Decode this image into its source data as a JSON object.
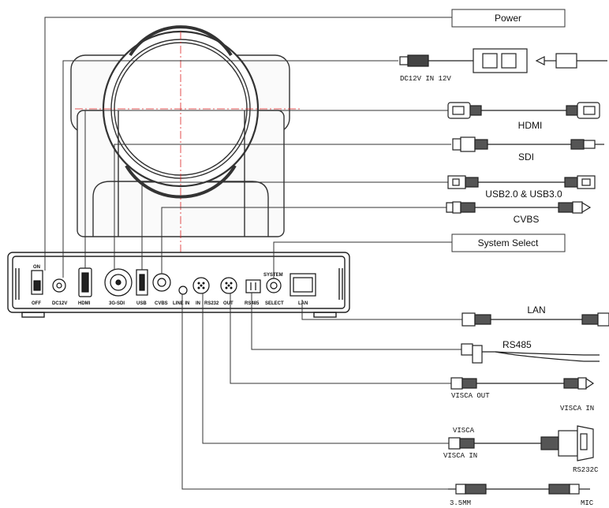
{
  "callouts": {
    "power": "Power",
    "system_select": "System Select"
  },
  "cables": {
    "dc12v": "DC12V IN 12V",
    "hdmi": "HDMI",
    "sdi": "SDI",
    "usb": "USB2.0 & USB3.0",
    "cvbs": "CVBS",
    "lan": "LAN",
    "rs485": "RS485",
    "visca_out": "VISCA OUT",
    "visca_in_right": "VISCA IN",
    "visca_top": "VISCA",
    "visca_in_left": "VISCA IN",
    "rs232c": "RS232C",
    "mm35": "3.5MM",
    "mic": "MIC"
  },
  "panel": {
    "on": "ON",
    "off": "OFF",
    "dc12v": "DC12V",
    "hdmi": "HDMI",
    "sdi": "3G-SDI",
    "usb": "USB",
    "cvbs": "CVBS",
    "line_in": "LINE IN",
    "in": "IN",
    "rs232": "RS232",
    "out": "OUT",
    "rs485": "RS485",
    "system": "SYSTEM",
    "select": "SELECT",
    "lan": "LAN"
  }
}
